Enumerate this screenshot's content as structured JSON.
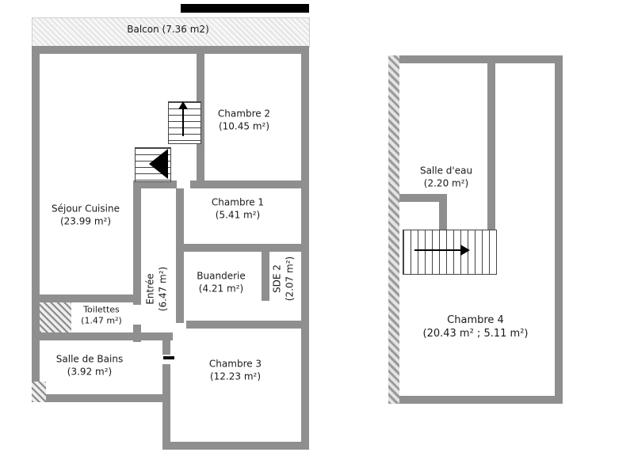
{
  "floorplan": {
    "wall_color": "#8f8f8f",
    "left_plan": {
      "balcony": {
        "name": "Balcon",
        "area": "(7.36 m2)"
      },
      "rooms": {
        "sejour": {
          "name": "Séjour Cuisine",
          "area": "(23.99 m²)"
        },
        "chambre2": {
          "name": "Chambre 2",
          "area": "(10.45 m²)"
        },
        "chambre1": {
          "name": "Chambre 1",
          "area": "(5.41 m²)"
        },
        "entree": {
          "name": "Entrée",
          "area": "(6.47 m²)"
        },
        "buanderie": {
          "name": "Buanderie",
          "area": "(4.21 m²)"
        },
        "sde2": {
          "name": "SDE 2",
          "area": "(2.07 m²)"
        },
        "toilettes": {
          "name": "Toilettes",
          "area": "(1.47 m²)"
        },
        "salle_de_bains": {
          "name": "Salle de Bains",
          "area": "(3.92 m²)"
        },
        "chambre3": {
          "name": "Chambre 3",
          "area": "(12.23 m²)"
        }
      }
    },
    "right_plan": {
      "rooms": {
        "salle_deau": {
          "name": "Salle d'eau",
          "area": "(2.20 m²)"
        },
        "chambre4": {
          "name": "Chambre 4",
          "area": "(20.43 m² ; 5.11 m²)"
        }
      }
    }
  }
}
